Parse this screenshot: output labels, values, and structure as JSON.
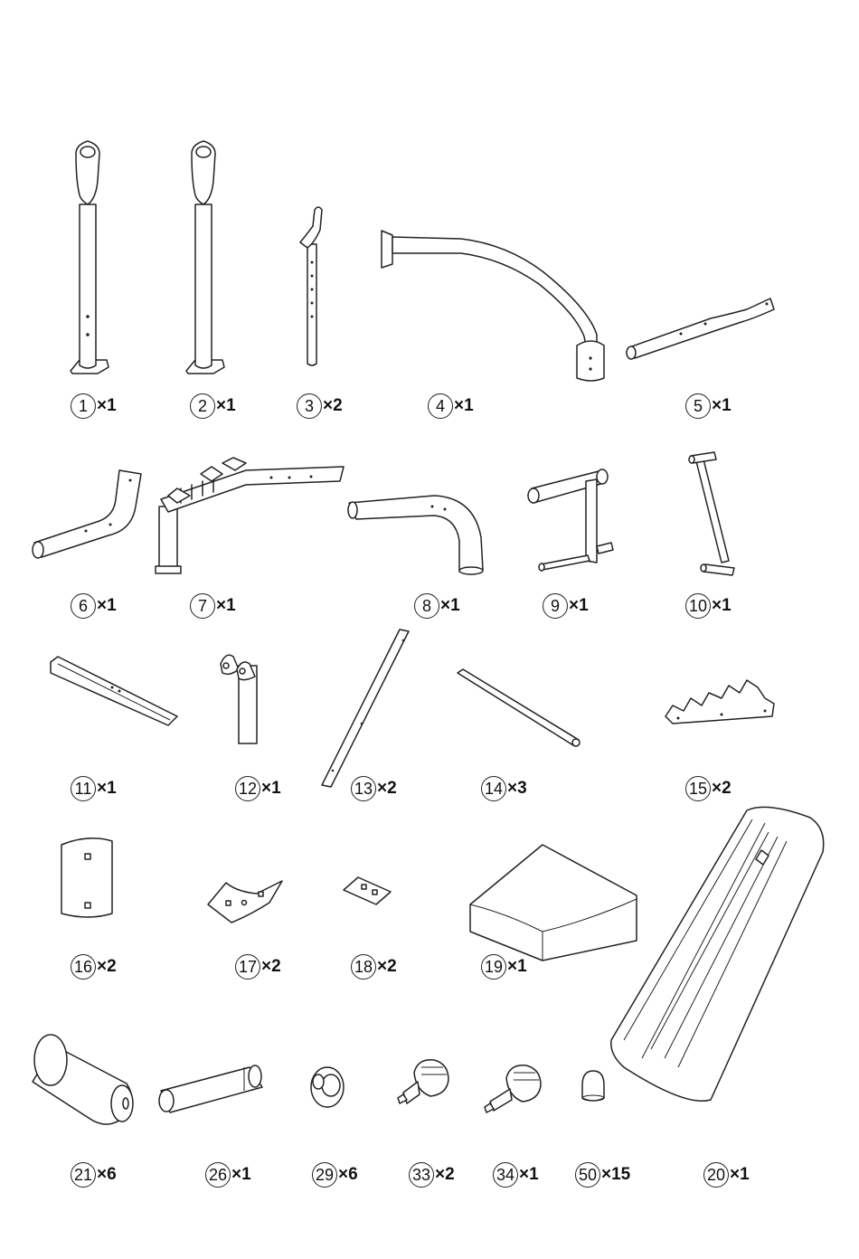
{
  "parts": [
    {
      "id": "part-1",
      "number": "1",
      "qty": "×1"
    },
    {
      "id": "part-2",
      "number": "2",
      "qty": "×1"
    },
    {
      "id": "part-3",
      "number": "3",
      "qty": "×2"
    },
    {
      "id": "part-4",
      "number": "4",
      "qty": "×1"
    },
    {
      "id": "part-5",
      "number": "5",
      "qty": "×1"
    },
    {
      "id": "part-6",
      "number": "6",
      "qty": "×1"
    },
    {
      "id": "part-7",
      "number": "7",
      "qty": "×1"
    },
    {
      "id": "part-8",
      "number": "8",
      "qty": "×1"
    },
    {
      "id": "part-9",
      "number": "9",
      "qty": "×1"
    },
    {
      "id": "part-10",
      "number": "10",
      "qty": "×1"
    },
    {
      "id": "part-11",
      "number": "11",
      "qty": "×1"
    },
    {
      "id": "part-12",
      "number": "12",
      "qty": "×1"
    },
    {
      "id": "part-13",
      "number": "13",
      "qty": "×2"
    },
    {
      "id": "part-14",
      "number": "14",
      "qty": "×3"
    },
    {
      "id": "part-15",
      "number": "15",
      "qty": "×2"
    },
    {
      "id": "part-16",
      "number": "16",
      "qty": "×2"
    },
    {
      "id": "part-17",
      "number": "17",
      "qty": "×2"
    },
    {
      "id": "part-18",
      "number": "18",
      "qty": "×2"
    },
    {
      "id": "part-19",
      "number": "19",
      "qty": "×1"
    },
    {
      "id": "part-20",
      "number": "20",
      "qty": "×1"
    },
    {
      "id": "part-21",
      "number": "21",
      "qty": "×6"
    },
    {
      "id": "part-26",
      "number": "26",
      "qty": "×1"
    },
    {
      "id": "part-29",
      "number": "29",
      "qty": "×6"
    },
    {
      "id": "part-33",
      "number": "33",
      "qty": "×2"
    },
    {
      "id": "part-34",
      "number": "34",
      "qty": "×1"
    },
    {
      "id": "part-50",
      "number": "50",
      "qty": "×15"
    }
  ]
}
